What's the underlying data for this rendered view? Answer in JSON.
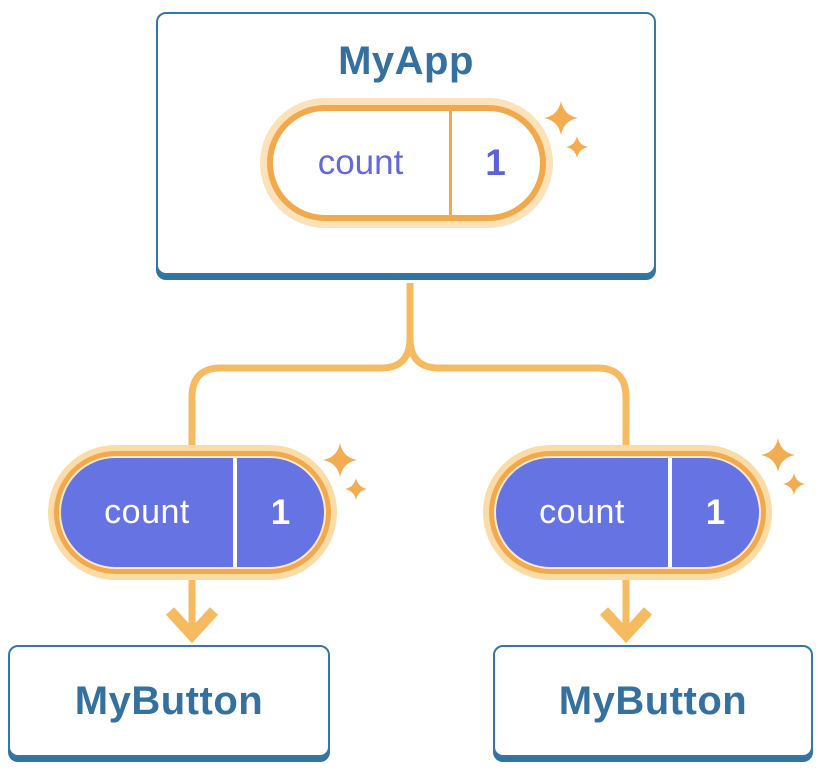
{
  "tree": {
    "root": {
      "title": "MyApp",
      "state": {
        "name": "count",
        "value": "1"
      }
    },
    "children": [
      {
        "title": "MyButton",
        "prop": {
          "name": "count",
          "value": "1"
        }
      },
      {
        "title": "MyButton",
        "prop": {
          "name": "count",
          "value": "1"
        }
      }
    ]
  },
  "colors": {
    "card_border": "#3478A9",
    "card_shadow": "#33749F",
    "title_text": "#35719F",
    "line": "#F6BB60",
    "ring": "#F2A94D",
    "glow": "#FBDCA6",
    "glow_light": "#FCE2B8",
    "pill_purple": "#6673E2",
    "state_text": "#6169DF",
    "sparkle": "#F3AC52",
    "cream": "#FDE9C8"
  }
}
